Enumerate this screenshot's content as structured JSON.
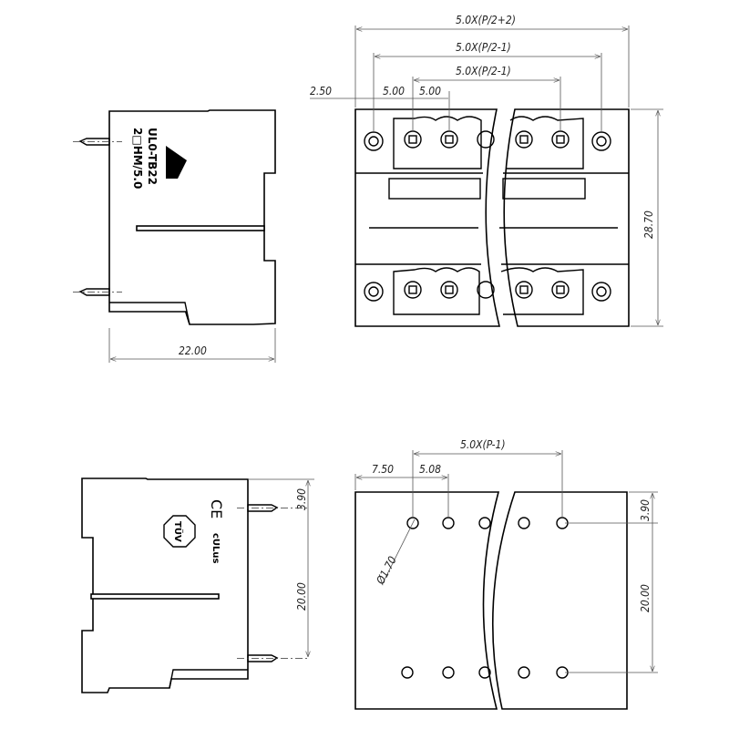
{
  "drawing": {
    "front_view": {
      "dims": {
        "overall_width": "5.0X(P/2+2)",
        "outer_pitch_span": "5.0X(P/2-1)",
        "inner_pitch_span": "5.0X(P/2-1)",
        "edge_offset": "2.50",
        "pitch_a": "5.00",
        "pitch_b": "5.00",
        "height": "28.70"
      }
    },
    "side_view_top": {
      "dims": {
        "depth": "22.00"
      },
      "markings": {
        "part_code": "UL0-TB22",
        "series": "2□HM/5.0"
      }
    },
    "side_view_bottom": {
      "dims": {
        "pin_offset": "3.90",
        "row_spacing": "20.00"
      },
      "markings": {
        "ce": "CE",
        "tuv": "TÜV",
        "ul": "cULus"
      }
    },
    "pcb_layout": {
      "dims": {
        "pitch_span": "5.0X(P-1)",
        "edge_offset": "7.50",
        "pitch": "5.08",
        "hole_diameter": "Ø1.70",
        "top_offset": "3.90",
        "row_spacing": "20.00"
      }
    }
  }
}
